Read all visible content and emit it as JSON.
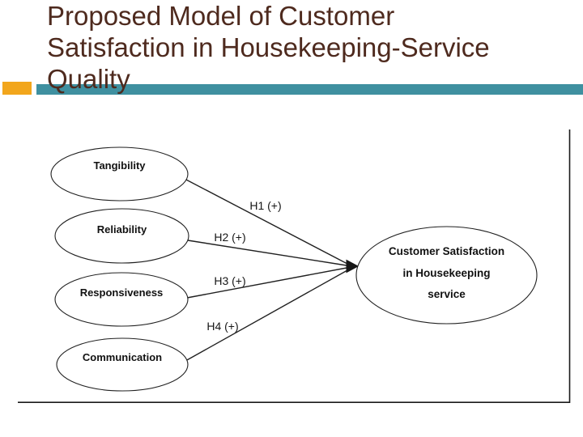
{
  "slide": {
    "title_lines": [
      "Proposed Model of Customer",
      "Satisfaction in Housekeeping-Service",
      "Quality"
    ],
    "title_color": "#4e2a1e",
    "accent_teal": "#3f90a0",
    "accent_orange": "#f2a61c"
  },
  "diagram": {
    "nodes": [
      {
        "label": "Tangibility"
      },
      {
        "label": "Reliability"
      },
      {
        "label": "Responsiveness"
      },
      {
        "label": "Communication"
      }
    ],
    "outcome_node": {
      "lines": [
        "Customer Satisfaction",
        "in Housekeeping",
        "service"
      ]
    },
    "hypotheses": [
      {
        "label": "H1 (+)"
      },
      {
        "label": "H2 (+)"
      },
      {
        "label": "H3 (+)"
      },
      {
        "label": "H4 (+)"
      }
    ],
    "line_color": "#202020"
  }
}
